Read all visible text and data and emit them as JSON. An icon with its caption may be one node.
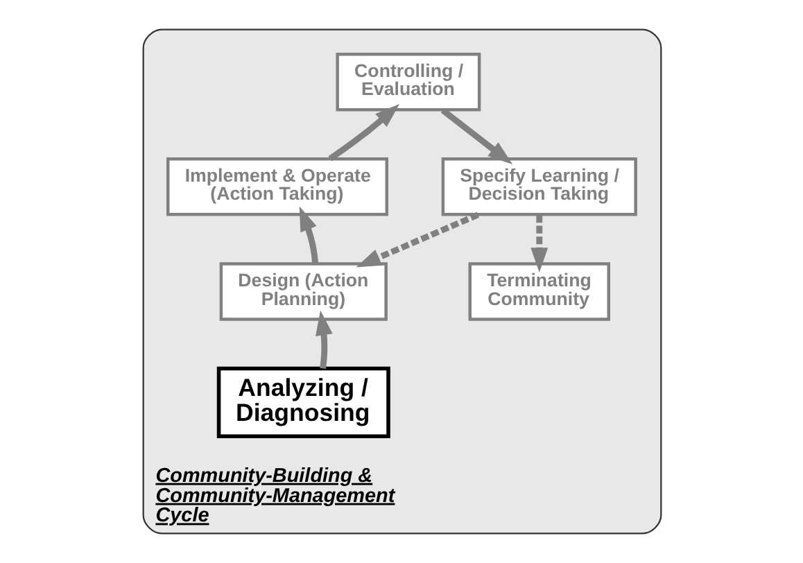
{
  "diagram": {
    "nodes": [
      {
        "text": [
          "Community-Building & Community-Management Cycle"
        ]
      },
      {
        "text": [
          "Controlling / Evaluation"
        ],
        "in": 0
      },
      {
        "text": [
          "Implement & Operate (Action Taking)"
        ],
        "in": 0
      },
      {
        "text": [
          "Specify Learning / Decision Taking"
        ],
        "in": 0
      },
      {
        "text": [
          "Design (Action Planning)"
        ],
        "in": 0
      },
      {
        "text": [
          "Terminating Community"
        ],
        "in": 0
      },
      {
        "text": [
          "Analyzing / Diagnosing"
        ],
        "in": 0
      }
    ],
    "edges": [
      {
        "from": 2,
        "to": 1,
        "arrow": "to"
      },
      {
        "from": 1,
        "to": 3,
        "arrow": "to"
      },
      {
        "from": 3,
        "to": 4,
        "arrow": "to",
        "style": "dashed"
      },
      {
        "from": 3,
        "to": 5,
        "arrow": "to",
        "style": "dashed"
      },
      {
        "from": 4,
        "to": 2,
        "arrow": "to"
      },
      {
        "from": 6,
        "to": 4,
        "arrow": "to"
      }
    ]
  }
}
